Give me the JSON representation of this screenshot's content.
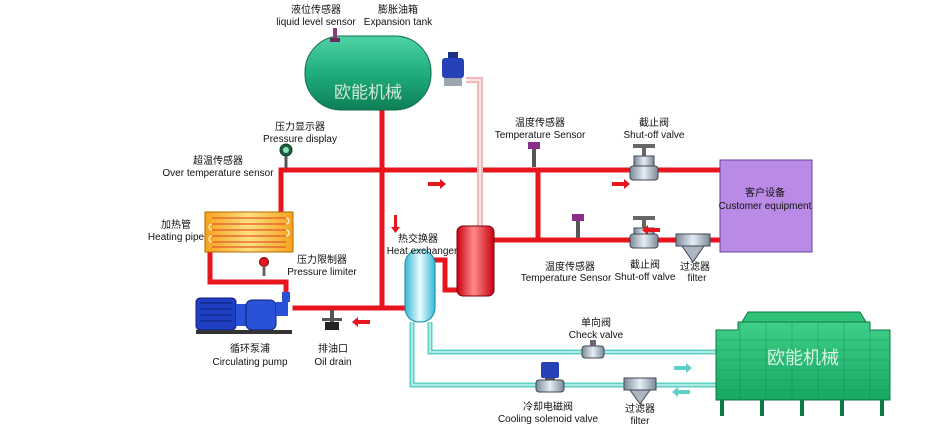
{
  "labels": {
    "level_sensor_cn": "液位传感器",
    "level_sensor_en": "liquid level sensor",
    "expansion_tank_cn": "膨胀油箱",
    "expansion_tank_en": "Expansion tank",
    "pressure_display_cn": "压力显示器",
    "pressure_display_en": "Pressure display",
    "over_temp_cn": "超温传感器",
    "over_temp_en": "Over temperature sensor",
    "heating_pipe_cn": "加热管",
    "heating_pipe_en": "Heating pipe",
    "pressure_limiter_cn": "压力限制器",
    "pressure_limiter_en": "Pressure limiter",
    "heat_exchanger_cn": "热交换器",
    "heat_exchanger_en": "Heat exchanger",
    "temp_sensor_top_cn": "温度传感器",
    "temp_sensor_top_en": "Temperature Sensor",
    "shutoff_top_cn": "截止阀",
    "shutoff_top_en": "Shut-off valve",
    "customer_cn": "客户设备",
    "customer_en": "Customer equipment",
    "temp_sensor_bot_cn": "温度传感器",
    "temp_sensor_bot_en": "Temperature Sensor",
    "shutoff_bot_cn": "截止阀",
    "shutoff_bot_en": "Shut-off valve",
    "filter_top_cn": "过滤器",
    "filter_top_en": "filter",
    "pump_cn": "循环泵浦",
    "pump_en": "Circulating pump",
    "oil_drain_cn": "排油口",
    "oil_drain_en": "Oil drain",
    "check_valve_cn": "单向阀",
    "check_valve_en": "Check valve",
    "solenoid_cn": "冷却电磁阀",
    "solenoid_en": "Cooling solenoid valve",
    "filter_bot_cn": "过滤器",
    "filter_bot_en": "filter",
    "tank_brand": "欧能机械",
    "tower_brand": "欧能机械"
  },
  "colors": {
    "hot_pipe": "#e8141e",
    "cool_pipe": "#5fd0c4",
    "tank": "#1fae7c",
    "customer": "#b98ae6",
    "pump": "#1f3fc2"
  }
}
